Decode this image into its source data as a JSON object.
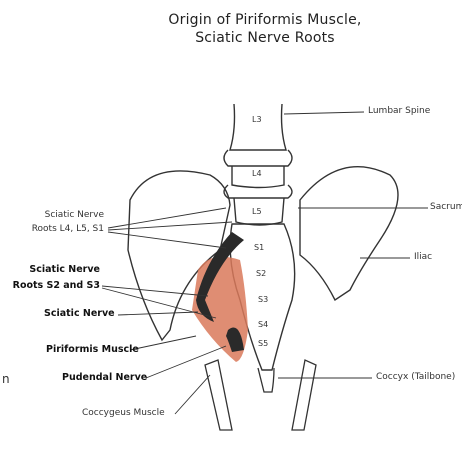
{
  "title_lines": [
    "Origin of Piriformis Muscle,",
    "Sciatic Nerve Roots"
  ],
  "labels": {
    "lumbar_spine": "Lumbar Spine",
    "sacrum": "Sacrum",
    "iliac": "Iliac",
    "coccyx": "Coccyx (Tailbone)",
    "sciatic_roots_l": "Sciatic Nerve\nRoots L4, L5, S1",
    "sciatic_roots_s": "Sciatic Nerve\nRoots S2 and S3",
    "sciatic_nerve": "Sciatic Nerve",
    "piriformis": "Piriformis Muscle",
    "pudendal": "Pudendal Nerve",
    "coccygeus": "Coccygeus Muscle",
    "stray_letter": "n"
  },
  "vertebrae": [
    "L3",
    "L4",
    "L5",
    "S1",
    "S2",
    "S3",
    "S4",
    "S5"
  ],
  "colors": {
    "piriformis": "#d9795a",
    "nerve": "#2a2a2a",
    "line": "#333333"
  }
}
